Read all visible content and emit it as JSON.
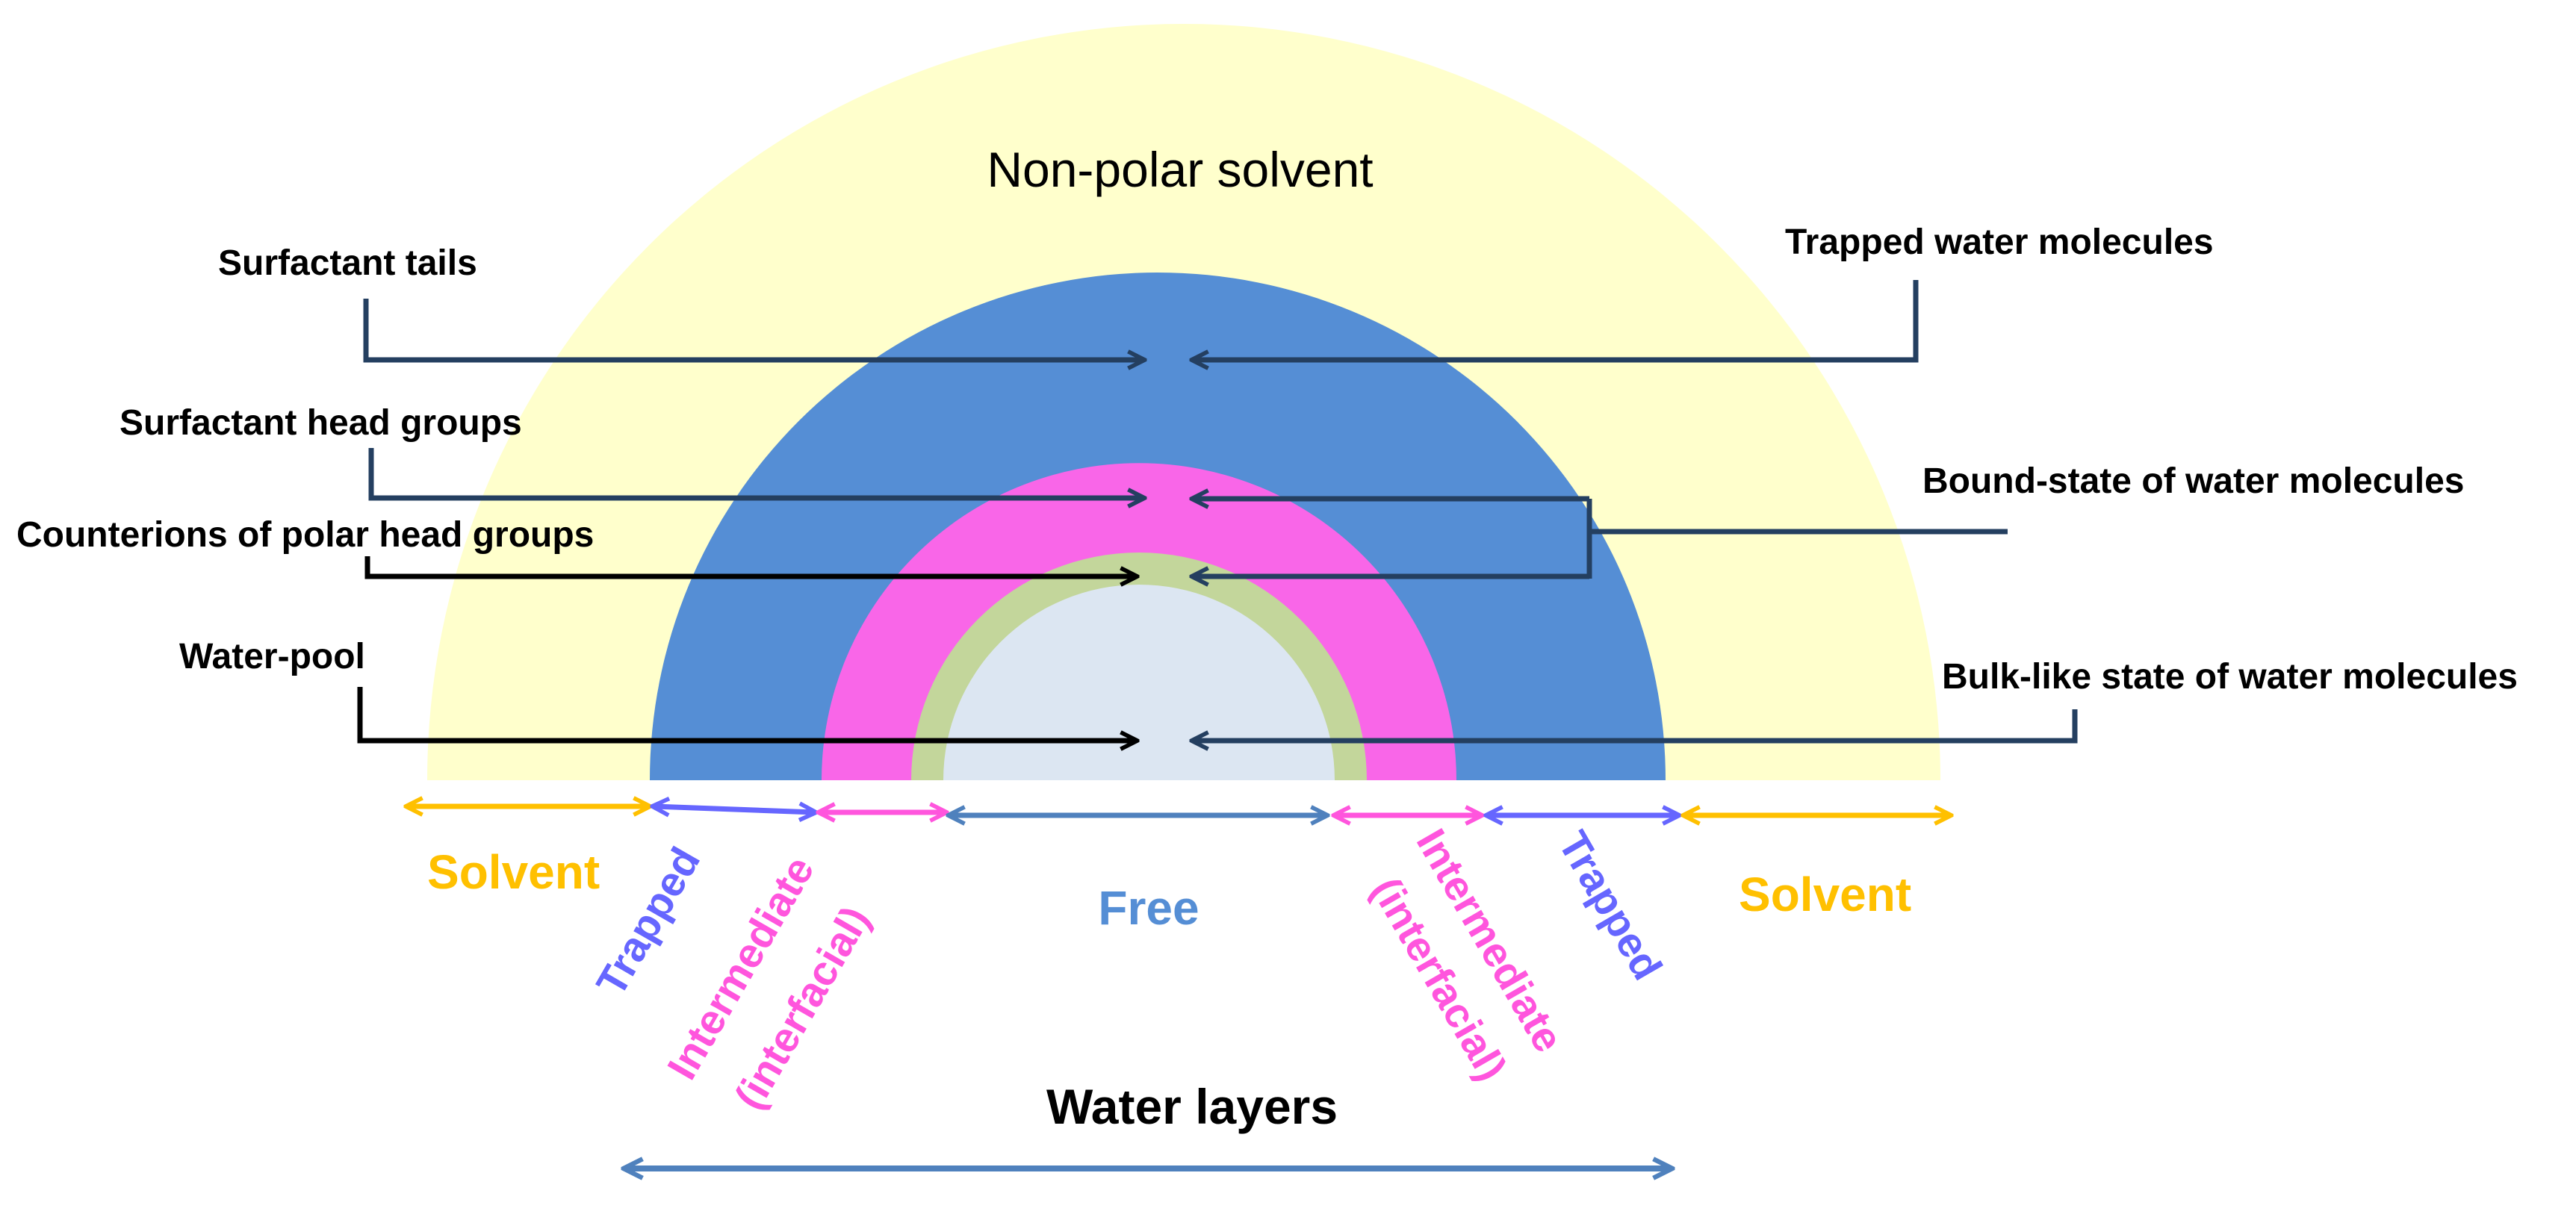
{
  "title": "Non-polar solvent",
  "left_labels": {
    "tails": "Surfactant tails",
    "heads": "Surfactant head groups",
    "counterions": "Counterions of polar head groups",
    "pool": "Water-pool"
  },
  "right_labels": {
    "trapped": "Trapped water molecules",
    "bound": "Bound-state of water molecules",
    "bulk": "Bulk-like state of water molecules"
  },
  "zones": {
    "solvent_left": "Solvent",
    "trapped_left": "Trapped",
    "intermediate_left_1": "Intermediate",
    "intermediate_left_2": "(interfacial)",
    "free": "Free",
    "intermediate_right_1": "Intermediate",
    "intermediate_right_2": "(interfacial)",
    "trapped_right": "Trapped",
    "solvent_right": "Solvent"
  },
  "footer": "Water layers",
  "colors": {
    "solvent": "#ffffcc",
    "surfactant_tails": "#558ed5",
    "head_groups": "#f966e8",
    "counterions": "#c3d69b",
    "water_pool": "#dce6f2",
    "solvent_text": "#ffc000",
    "trapped_text": "#6666ff",
    "free_text": "#558ed5",
    "intermediate_text": "#ff55dd"
  }
}
